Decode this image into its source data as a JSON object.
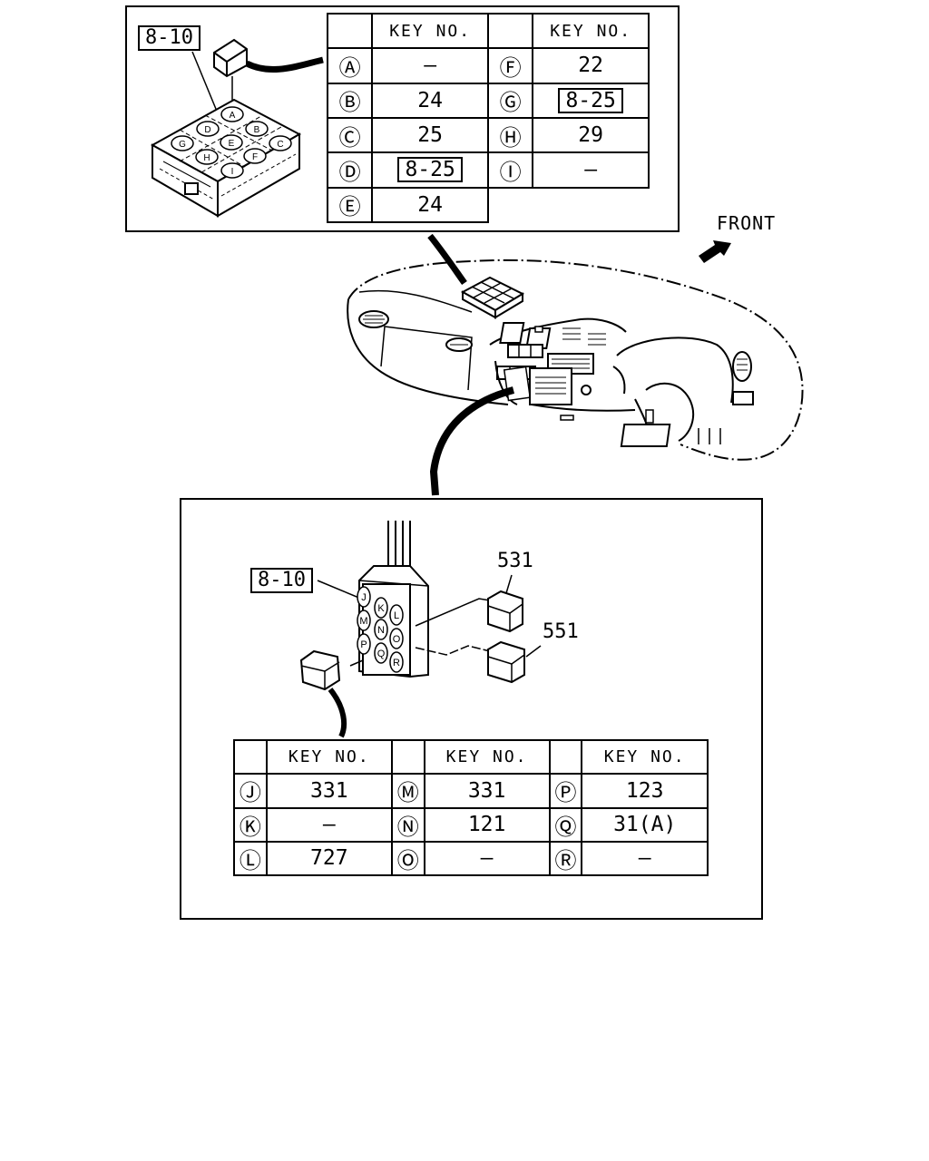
{
  "top_section": {
    "reference_label": "8-10",
    "table": {
      "header": "KEY NO.",
      "left_rows": [
        {
          "pin": "Ⓐ",
          "key": "—",
          "boxed": false
        },
        {
          "pin": "Ⓑ",
          "key": "24",
          "boxed": false
        },
        {
          "pin": "Ⓒ",
          "key": "25",
          "boxed": false
        },
        {
          "pin": "Ⓓ",
          "key": "8-25",
          "boxed": true
        },
        {
          "pin": "Ⓔ",
          "key": "24",
          "boxed": false
        }
      ],
      "right_rows": [
        {
          "pin": "Ⓕ",
          "key": "22",
          "boxed": false
        },
        {
          "pin": "Ⓖ",
          "key": "8-25",
          "boxed": true
        },
        {
          "pin": "Ⓗ",
          "key": "29",
          "boxed": false
        },
        {
          "pin": "Ⓘ",
          "key": "—",
          "boxed": false
        }
      ]
    },
    "connector_letters": [
      "A",
      "B",
      "C",
      "D",
      "E",
      "F",
      "G",
      "H",
      "I"
    ]
  },
  "front_label": "FRONT",
  "bottom_section": {
    "reference_label": "8-10",
    "part_531": "531",
    "part_551": "551",
    "connector_letters": [
      "J",
      "K",
      "L",
      "M",
      "N",
      "O",
      "P",
      "Q",
      "R"
    ],
    "table": {
      "header": "KEY NO.",
      "rows": [
        [
          {
            "pin": "Ⓙ",
            "key": "331"
          },
          {
            "pin": "Ⓜ",
            "key": "331"
          },
          {
            "pin": "Ⓟ",
            "key": "123"
          }
        ],
        [
          {
            "pin": "Ⓚ",
            "key": "—"
          },
          {
            "pin": "Ⓝ",
            "key": "121"
          },
          {
            "pin": "Ⓠ",
            "key": "31(A)"
          }
        ],
        [
          {
            "pin": "Ⓛ",
            "key": "727"
          },
          {
            "pin": "Ⓞ",
            "key": "—"
          },
          {
            "pin": "Ⓡ",
            "key": "—"
          }
        ]
      ]
    }
  }
}
